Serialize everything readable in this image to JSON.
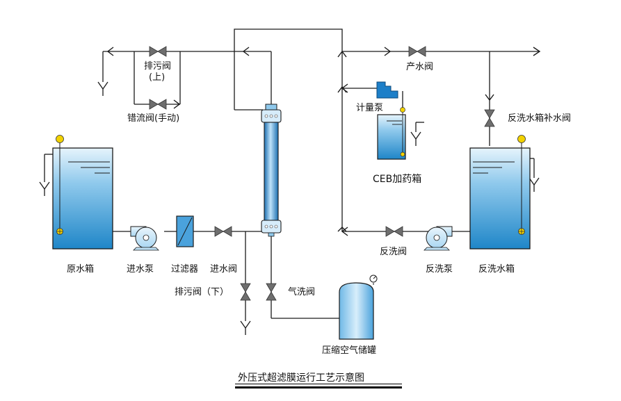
{
  "colors": {
    "line": "#1a1a1a",
    "water_light": "#d9eefb",
    "water_dark": "#1f86c8",
    "module_blue": "#2a8fd8",
    "pump_fill": "#cfe8f7",
    "float_yellow": "#f2d200",
    "valve_gray": "#707070",
    "dosing_pump_blue": "#1d7fc8"
  },
  "labels": {
    "drain_valve_upper": "排污阀",
    "drain_valve_upper_suffix": "(上)",
    "bypass_valve": "错流阀(手动)",
    "product_valve": "产水阀",
    "metering_pump": "计量泵",
    "ceb_tank": "CEB加药箱",
    "backwash_makeup_valve": "反洗水箱补水阀",
    "raw_water_tank": "原水箱",
    "feed_pump": "进水泵",
    "filter": "过滤器",
    "inlet_valve": "进水阀",
    "backwash_valve": "反洗阀",
    "backwash_pump": "反洗泵",
    "backwash_tank": "反洗水箱",
    "drain_valve_lower": "排污阀（下）",
    "air_wash_valve": "气洗阀",
    "air_storage_tank": "压缩空气储罐"
  },
  "title": "外压式超滤膜运行工艺示意图",
  "icons": [
    "valve-icon",
    "pump-icon",
    "filter-icon",
    "float-switch-icon",
    "drain-icon",
    "pressure-gauge-icon",
    "metering-pump-icon",
    "flow-arrow-icon"
  ]
}
